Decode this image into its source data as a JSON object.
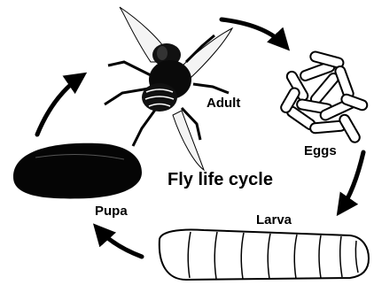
{
  "diagram": {
    "title": "Fly life cycle",
    "stages": {
      "adult": "Adult",
      "eggs": "Eggs",
      "larva": "Larva",
      "pupa": "Pupa"
    }
  },
  "colors": {
    "ink": "#000000",
    "background": "#ffffff"
  }
}
